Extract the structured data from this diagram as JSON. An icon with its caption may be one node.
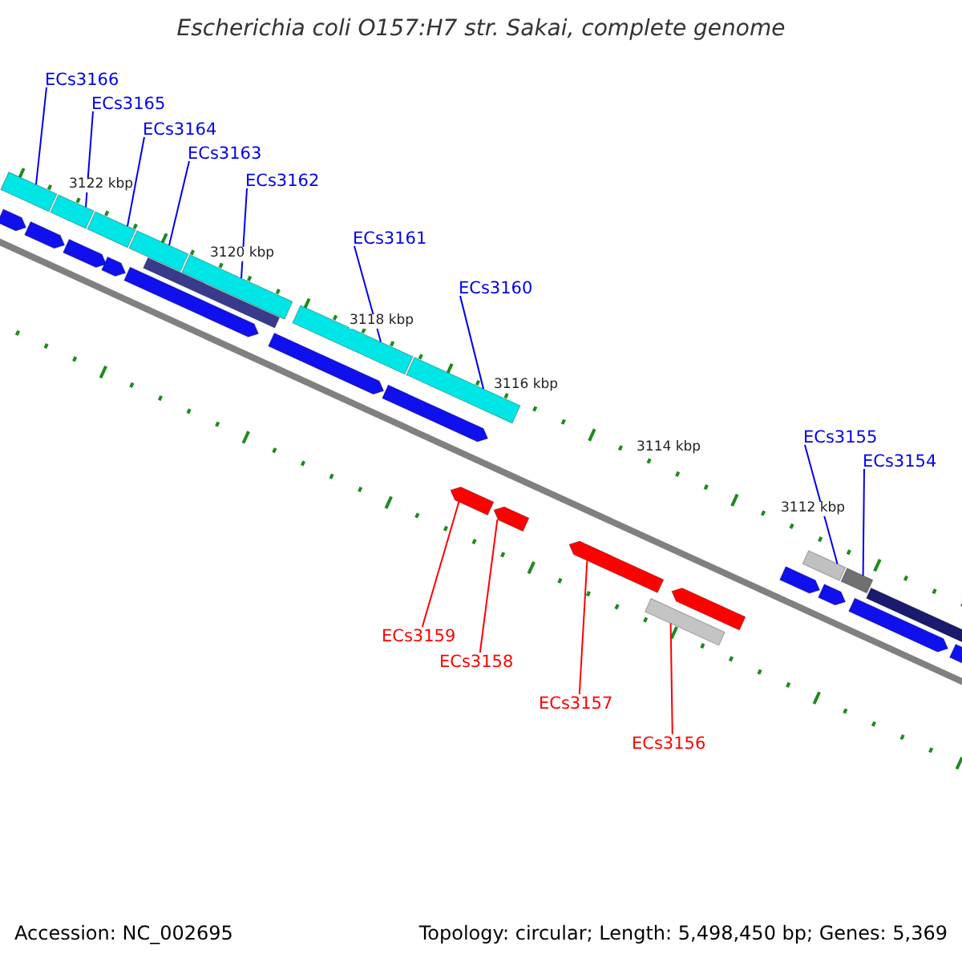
{
  "diagram": {
    "title": "Escherichia coli O157:H7 str. Sakai, complete genome",
    "nodes": [
      {
        "text": [
          "ECs3166"
        ]
      },
      {
        "text": [
          "ECs3165"
        ]
      },
      {
        "text": [
          "ECs3164"
        ]
      },
      {
        "text": [
          "ECs3163"
        ]
      },
      {
        "text": [
          "ECs3162"
        ]
      },
      {
        "text": [
          "ECs3161"
        ]
      },
      {
        "text": [
          "ECs3160"
        ]
      },
      {
        "text": [
          "ECs3155"
        ]
      },
      {
        "text": [
          "ECs3154"
        ]
      },
      {
        "text": [
          "ECs3159"
        ]
      },
      {
        "text": [
          "ECs3158"
        ]
      },
      {
        "text": [
          "ECs3157"
        ]
      },
      {
        "text": [
          "ECs3156"
        ]
      },
      {
        "text": [],
        "shape": "bar"
      },
      {
        "text": [],
        "shape": "bar"
      },
      {
        "text": [],
        "shape": "bar"
      },
      {
        "text": [],
        "shape": "bar"
      },
      {
        "text": [],
        "shape": "bar"
      },
      {
        "text": [],
        "shape": "bar"
      },
      {
        "text": [],
        "shape": "bar"
      },
      {
        "text": [],
        "shape": "bar"
      },
      {
        "text": [],
        "shape": "bar"
      },
      {
        "text": [],
        "shape": "bar"
      },
      {
        "text": [],
        "shape": "bar"
      },
      {
        "text": [],
        "shape": "bar"
      },
      {
        "text": [],
        "shape": "bar"
      },
      {
        "text": [],
        "shape": "bar"
      },
      {
        "text": [],
        "shape": "bar"
      },
      {
        "text": [],
        "shape": "bar"
      },
      {
        "text": [],
        "shape": "bar"
      },
      {
        "text": [],
        "shape": "bar"
      },
      {
        "text": [],
        "shape": "bar"
      },
      {
        "text": [],
        "shape": "bar"
      },
      {
        "text": [],
        "shape": "bar"
      },
      {
        "text": [],
        "shape": "bar"
      },
      {
        "text": [],
        "shape": "bar"
      },
      {
        "text": [],
        "shape": "bar"
      },
      {
        "text": [],
        "shape": "bar"
      },
      {
        "text": [],
        "shape": "bar"
      },
      {
        "text": [],
        "shape": "bar"
      }
    ],
    "edges": [
      {
        "from": 0,
        "to": 13,
        "arrow": "none"
      },
      {
        "from": 1,
        "to": 14,
        "arrow": "none"
      },
      {
        "from": 2,
        "to": 15,
        "arrow": "none"
      },
      {
        "from": 3,
        "to": 16,
        "arrow": "none"
      },
      {
        "from": 4,
        "to": 17,
        "arrow": "none"
      },
      {
        "from": 5,
        "to": 18,
        "arrow": "none"
      },
      {
        "from": 6,
        "to": 19,
        "arrow": "none"
      },
      {
        "from": 7,
        "to": 20,
        "arrow": "none"
      },
      {
        "from": 8,
        "to": 21,
        "arrow": "none"
      },
      {
        "from": 9,
        "to": 22,
        "arrow": "none",
        "color": "#ff0000"
      },
      {
        "from": 10,
        "to": 23,
        "arrow": "none",
        "color": "#ff0000"
      },
      {
        "from": 11,
        "to": 24,
        "arrow": "none",
        "color": "#ff0000"
      },
      {
        "from": 12,
        "to": 25,
        "arrow": "none",
        "color": "#ff0000"
      }
    ],
    "labels": [
      "3122 kbp",
      "3120 kbp",
      "3118 kbp",
      "3116 kbp",
      "3114 kbp",
      "3112 kbp",
      "Accession: NC_002695",
      "Topology: circular; Length: 5,498,450 bp; Genes: 5,369"
    ]
  }
}
